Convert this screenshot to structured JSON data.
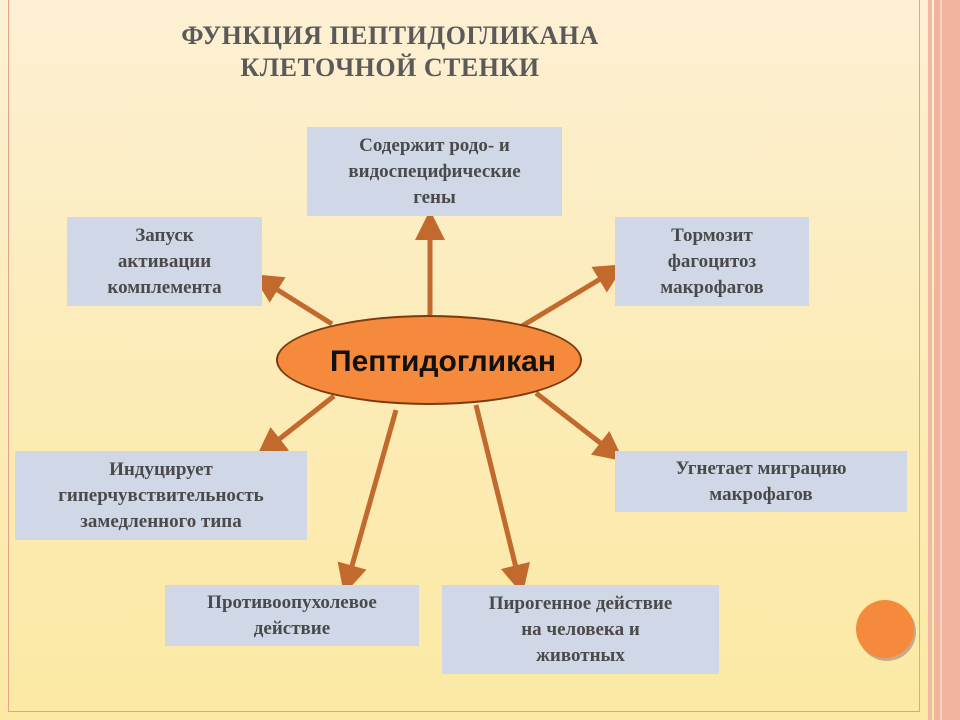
{
  "title": {
    "line1": "ФУНКЦИЯ ПЕПТИДОГЛИКАНА",
    "line2": "КЛЕТОЧНОЙ СТЕНКИ"
  },
  "center": {
    "label": "Пептидогликан",
    "color": "#f58a3c"
  },
  "connector_color": "#c26a2e",
  "box_color": "#d0d8e7",
  "nodes": {
    "top": {
      "lines": [
        "Содержит родо- и",
        "видоспецифические",
        "гены"
      ]
    },
    "top_left": {
      "lines": [
        "Запуск",
        "активации",
        "комплемента"
      ]
    },
    "top_right": {
      "lines": [
        "Тормозит",
        "фагоцитоз",
        "макрофагов"
      ]
    },
    "mid_left": {
      "lines": [
        "Индуцирует",
        "гиперчувствительность",
        "замедленного типа"
      ]
    },
    "mid_right": {
      "lines": [
        "Угнетает миграцию",
        "макрофагов"
      ]
    },
    "bottom_left": {
      "lines": [
        "Противоопухолевое",
        "действие"
      ]
    },
    "bottom_right": {
      "lines": [
        "Пирогенное действие",
        "на человека и",
        "животных"
      ]
    }
  }
}
